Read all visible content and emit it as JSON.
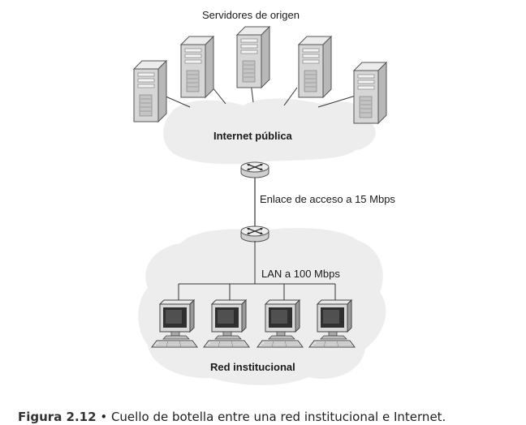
{
  "labels": {
    "servers": "Servidores de origen",
    "internet": "Internet pública",
    "access_link": "Enlace de acceso a 15 Mbps",
    "lan": "LAN a 100 Mbps",
    "institution": "Red institucional"
  },
  "caption": {
    "figure": "Figura 2.12",
    "separator": " • ",
    "text": "Cuello de botella entre una red institucional e Internet."
  }
}
